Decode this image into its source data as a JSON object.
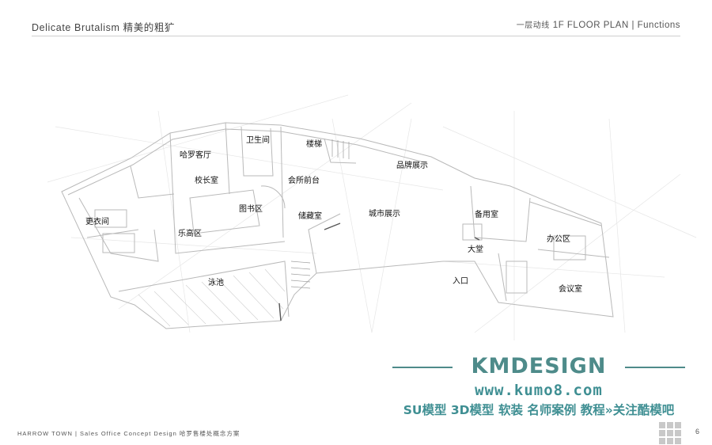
{
  "header": {
    "left_title": "Delicate Brutalism 精美的粗犷",
    "right_prefix": "一层动线",
    "right_title": "1F FLOOR PLAN | Functions"
  },
  "plan": {
    "rooms": {
      "harrow_lounge": "哈罗客厅",
      "restroom": "卫生间",
      "stairs": "楼梯",
      "principal_office": "校长室",
      "club_reception": "会所前台",
      "brand_exhibit": "品牌展示",
      "locker_room": "更衣间",
      "library": "图书区",
      "storage": "储藏室",
      "city_exhibit": "城市展示",
      "spare_room": "备用室",
      "lego_area": "乐高区",
      "office_area": "办公区",
      "lobby": "大堂",
      "pool": "泳池",
      "entrance": "入口",
      "meeting_room": "会议室"
    }
  },
  "watermark": {
    "brand": "KMDESIGN",
    "url": "www.kumo8.com",
    "slogan": "SU模型 3D模型 软装 名师案例 教程»关注酷模吧"
  },
  "footer": {
    "text": "HARROW TOWN | Sales Office Concept Design 哈罗售楼处概念方案",
    "page": "6"
  }
}
